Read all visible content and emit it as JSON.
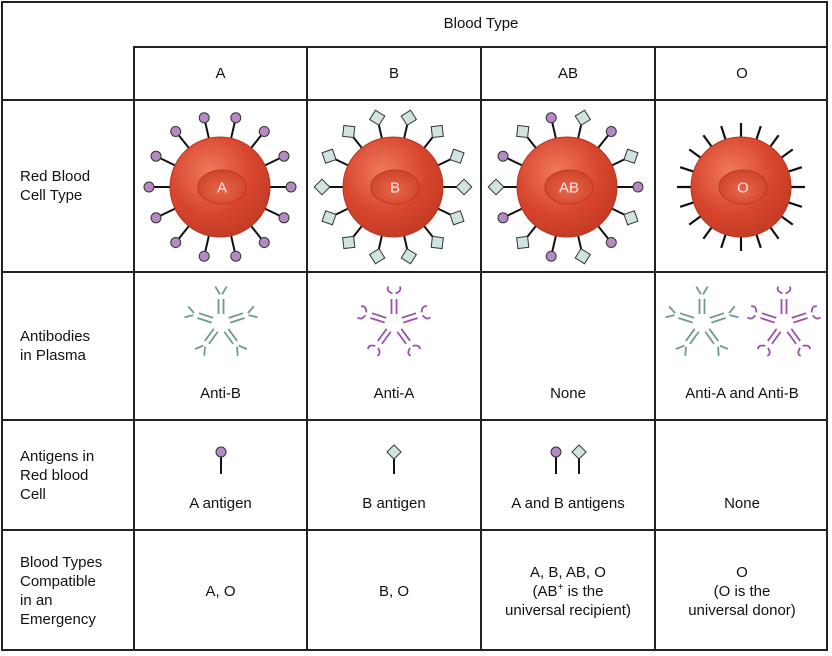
{
  "header": {
    "title": "Blood Type"
  },
  "columns": [
    "A",
    "B",
    "AB",
    "O"
  ],
  "rows": {
    "rbc": {
      "label": "Red Blood Cell Type",
      "label_lines": [
        "Red Blood",
        "Cell Type"
      ]
    },
    "antibodies": {
      "label": "Antibodies in Plasma",
      "label_lines": [
        "Antibodies",
        "in Plasma"
      ]
    },
    "antigens": {
      "label": "Antigens in Red blood Cell",
      "label_lines": [
        "Antigens in",
        "Red blood",
        "Cell"
      ]
    },
    "compatible": {
      "label": "Blood Types Compatible in an Emergency",
      "label_lines": [
        "Blood Types",
        "Compatible",
        "in an",
        "Emergency"
      ]
    }
  },
  "cells": {
    "rbc": [
      {
        "letter": "A",
        "antigens": "A",
        "antigen_icon": "circle-antigen-icon"
      },
      {
        "letter": "B",
        "antigens": "B",
        "antigen_icon": "diamond-antigen-icon"
      },
      {
        "letter": "AB",
        "antigens": "AB",
        "antigen_icon": "mixed-antigen-icon"
      },
      {
        "letter": "O",
        "antigens": "none",
        "antigen_icon": "bare-spike-icon"
      }
    ],
    "antibodies": [
      {
        "text": "Anti-B",
        "icons": [
          "anti-b"
        ]
      },
      {
        "text": "Anti-A",
        "icons": [
          "anti-a"
        ]
      },
      {
        "text": "None",
        "icons": []
      },
      {
        "text": "Anti-A and Anti-B",
        "icons": [
          "anti-b",
          "anti-a"
        ]
      }
    ],
    "antigens": [
      {
        "text": "A antigen",
        "icons": [
          "A"
        ]
      },
      {
        "text": "B antigen",
        "icons": [
          "B"
        ]
      },
      {
        "text": "A and B antigens",
        "icons": [
          "A",
          "B"
        ]
      },
      {
        "text": "None",
        "icons": []
      }
    ],
    "compatible": [
      {
        "lines": [
          "A, O"
        ]
      },
      {
        "lines": [
          "B, O"
        ]
      },
      {
        "lines": [
          "A, B, AB, O",
          "(AB",
          "+",
          " is the",
          "universal recipient)"
        ],
        "line1": "A, B, AB, O",
        "line2_pre": "(AB",
        "line2_sup": "+",
        "line2_post": " is the",
        "line3": "universal recipient)"
      },
      {
        "lines": [
          "O",
          "(O is the",
          "universal donor)"
        ],
        "line1": "O",
        "line2": "(O is the",
        "line3": "universal donor)"
      }
    ]
  },
  "colors": {
    "cell_red": "#d8452e",
    "antigen_a": "#b58ac4",
    "antigen_b": "#cfe3e0",
    "anti_b_antibody": "#6f9a8c",
    "anti_a_antibody": "#9b4fb0",
    "border": "#222222"
  }
}
